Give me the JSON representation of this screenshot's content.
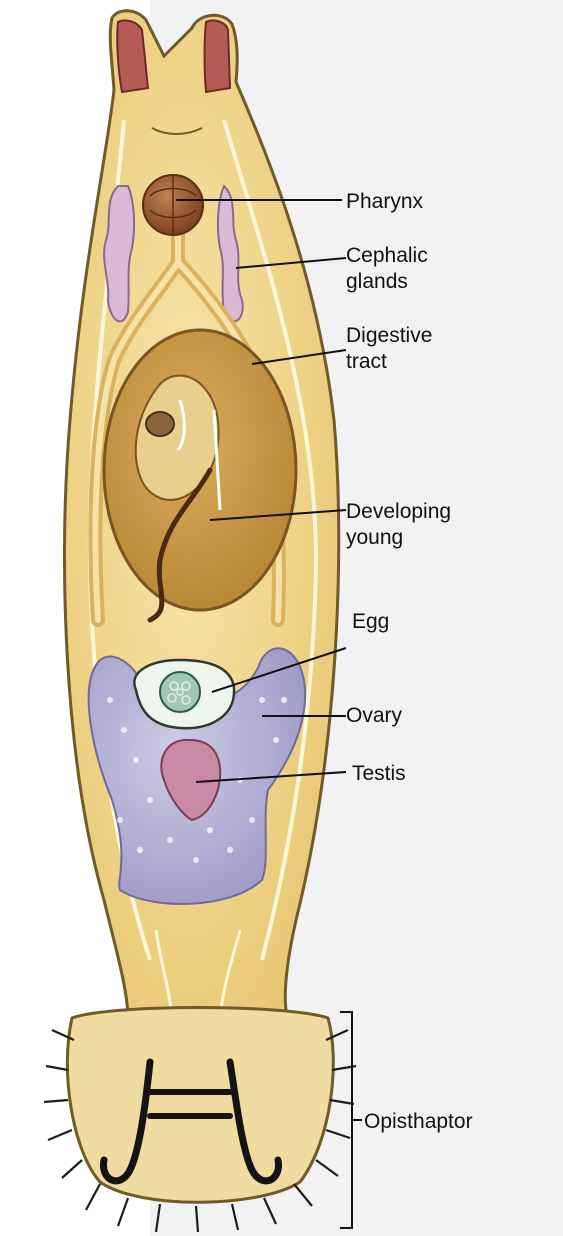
{
  "labels": {
    "pharynx": "Pharynx",
    "cephalic_line1": "Cephalic",
    "cephalic_line2": "glands",
    "digestive_line1": "Digestive",
    "digestive_line2": "tract",
    "developing_line1": "Developing",
    "developing_line2": "young",
    "egg": "Egg",
    "ovary": "Ovary",
    "testis": "Testis",
    "opisthaptor": "Opisthaptor"
  },
  "colors": {
    "background_page": "#f3f3f6",
    "body_fill": "#f3d98e",
    "body_outline": "#7a6330",
    "digestive_tract": "#e5c06a",
    "developing_young": "#c99a46",
    "cephalic_glands": "#d8b7d3",
    "pharynx": "#9a5a2c",
    "muscle": "#b45a5a",
    "ovary": "#b9b6d8",
    "testis": "#c98aa3",
    "egg_shell": "#eef5ee",
    "hooks": "#222222"
  }
}
